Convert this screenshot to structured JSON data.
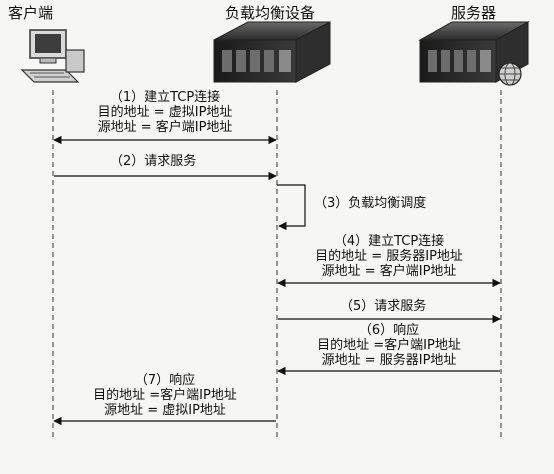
{
  "actors": {
    "client": "客户端",
    "lb": "负载均衡设备",
    "server": "服务器"
  },
  "messages": [
    {
      "id": "m1",
      "lines": [
        "（1）建立TCP连接",
        "目的地址 = 虚拟IP地址",
        "源地址 = 客户端IP地址"
      ]
    },
    {
      "id": "m2",
      "lines": [
        "（2）请求服务"
      ]
    },
    {
      "id": "m3",
      "lines": [
        "（3）负载均衡调度"
      ]
    },
    {
      "id": "m4",
      "lines": [
        "（4）建立TCP连接",
        "目的地址 = 服务器IP地址",
        "源地址 = 客户端IP地址"
      ]
    },
    {
      "id": "m5",
      "lines": [
        "（5）请求服务"
      ]
    },
    {
      "id": "m6",
      "lines": [
        "（6）响应",
        "目的地址 =客户端IP地址",
        "源地址 = 服务器IP地址"
      ]
    },
    {
      "id": "m7",
      "lines": [
        "（7）响应",
        "目的地址 =客户端IP地址",
        "源地址 = 虚拟IP地址"
      ]
    }
  ]
}
